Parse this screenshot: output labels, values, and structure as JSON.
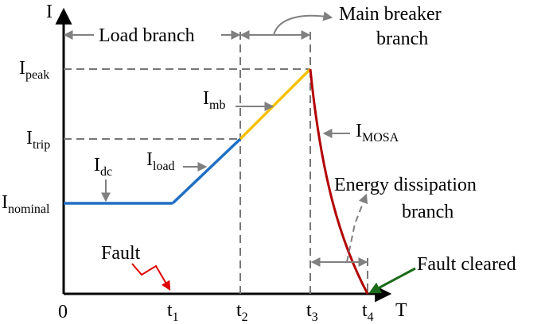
{
  "axes": {
    "y_label": "I",
    "x_label": "T",
    "origin_label": "0"
  },
  "y_levels": {
    "peak": {
      "main": "I",
      "sub": "peak"
    },
    "trip": {
      "main": "I",
      "sub": "trip"
    },
    "nominal": {
      "main": "I",
      "sub": "nominal"
    }
  },
  "x_times": [
    {
      "main": "t",
      "sub": "1"
    },
    {
      "main": "t",
      "sub": "2"
    },
    {
      "main": "t",
      "sub": "3"
    },
    {
      "main": "t",
      "sub": "4"
    }
  ],
  "branches": {
    "load": "Load branch",
    "main_breaker_line1": "Main  breaker",
    "main_breaker_line2": "branch",
    "energy_line1": "Energy dissipation",
    "energy_line2": "branch"
  },
  "currents": {
    "dc": {
      "main": "I",
      "sub": "dc"
    },
    "load": {
      "main": "I",
      "sub": "load"
    },
    "mb": {
      "main": "I",
      "sub": "mb"
    },
    "mosa": {
      "main": "I",
      "sub": "MOSA"
    }
  },
  "events": {
    "fault": "Fault",
    "fault_cleared": "Fault cleared"
  },
  "colors": {
    "nominal_segment": "#1f6fc4",
    "load_segment": "#1f6fc4",
    "mb_segment": "#f2c200",
    "mosa_segment": "#b30000",
    "fault_arrow": "#e00000",
    "cleared_arrow": "#1a6b1a",
    "guide_arrows": "#808080"
  }
}
